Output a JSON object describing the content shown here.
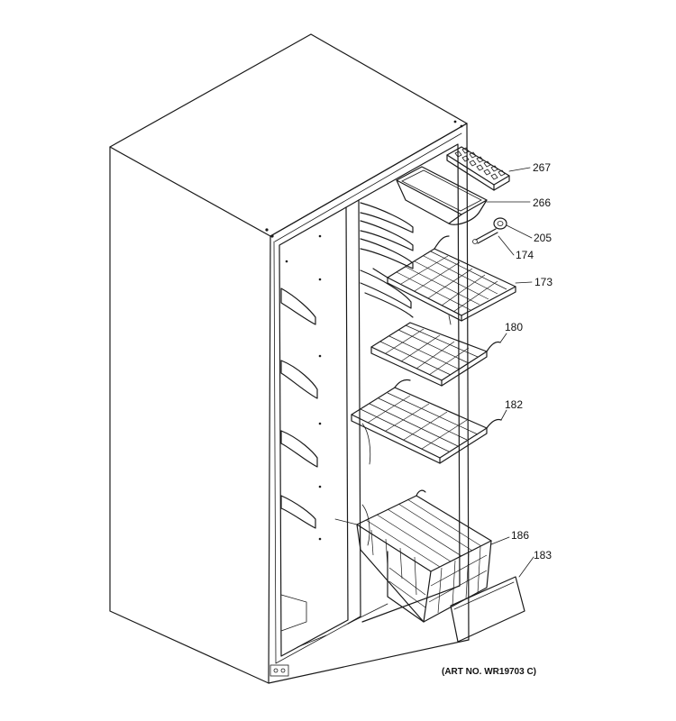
{
  "callouts": [
    {
      "id": "267",
      "label": "267"
    },
    {
      "id": "266",
      "label": "266"
    },
    {
      "id": "205",
      "label": "205"
    },
    {
      "id": "174",
      "label": "174"
    },
    {
      "id": "173",
      "label": "173"
    },
    {
      "id": "180",
      "label": "180"
    },
    {
      "id": "182",
      "label": "182"
    },
    {
      "id": "186",
      "label": "186"
    },
    {
      "id": "183",
      "label": "183"
    }
  ],
  "art_number": "(ART NO. WR19703 C)"
}
